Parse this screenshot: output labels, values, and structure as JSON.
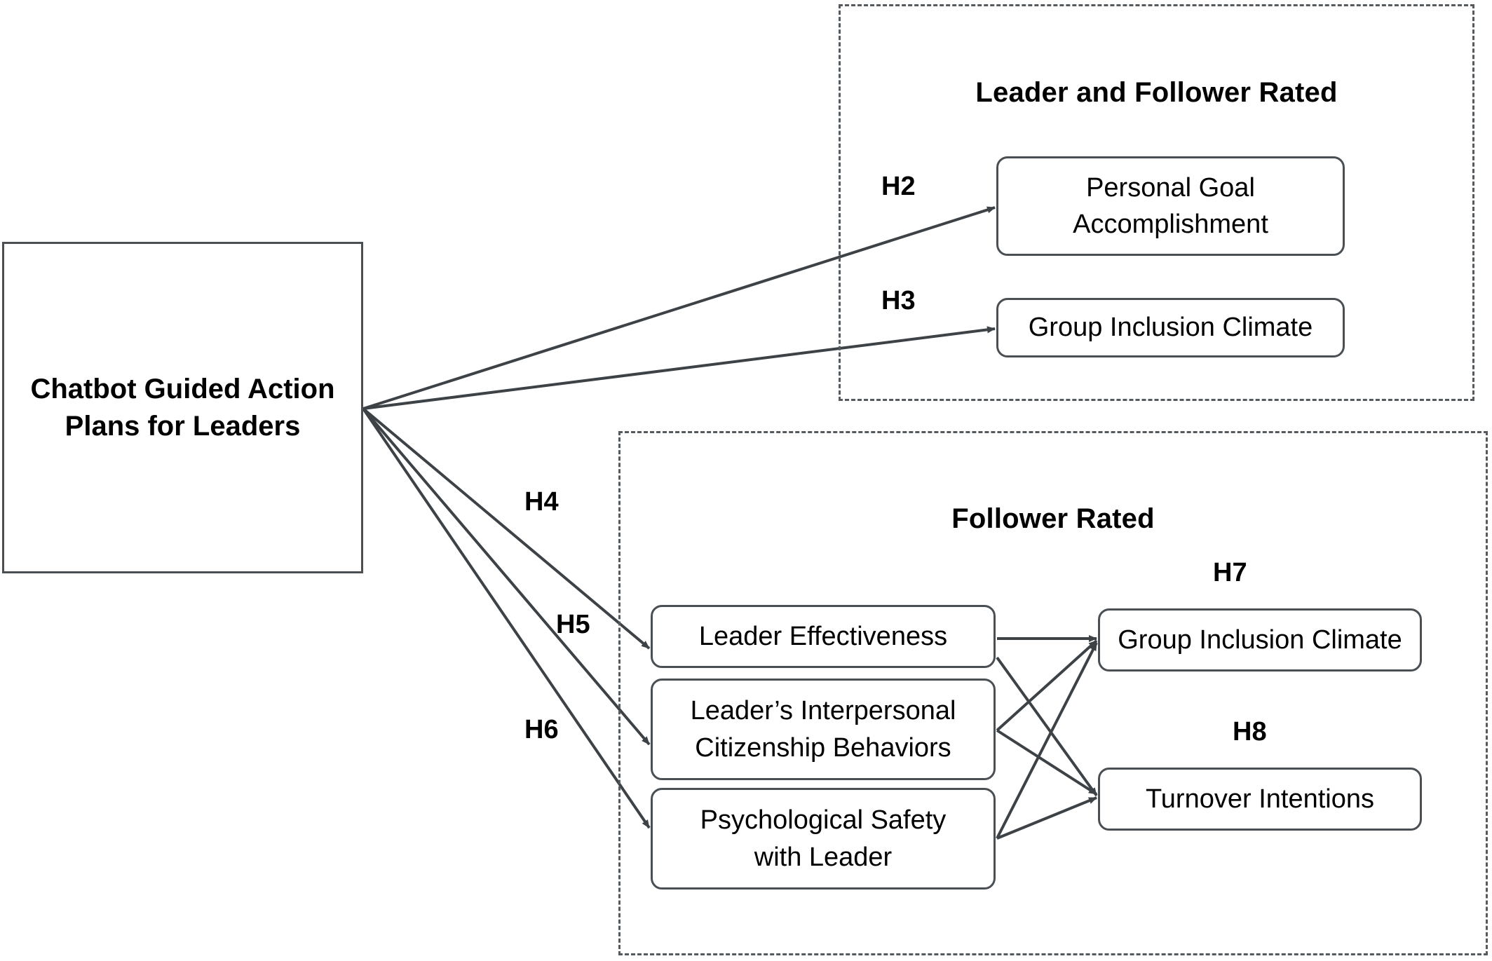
{
  "figure": {
    "type": "conceptual-model-diagram",
    "background": "#ffffff",
    "line_color": "#3d4247",
    "dashed_group_color": "#555a5e"
  },
  "source": {
    "label": "Chatbot Guided\nAction Plans for\nLeaders",
    "name": "chatbot-guided-action-plans-for-leaders"
  },
  "groups": [
    {
      "id": "leader-and-follower-rated",
      "title": "Leader and Follower Rated"
    },
    {
      "id": "follower-rated",
      "title": "Follower Rated"
    }
  ],
  "nodes": {
    "personal_goal_accomplishment": "Personal Goal\nAccomplishment",
    "group_inclusion_climate_top": "Group Inclusion Climate",
    "leader_effectiveness": "Leader Effectiveness",
    "leaders_interpersonal_citizenship_behaviors": "Leader’s Interpersonal\nCitizenship Behaviors",
    "psychological_safety_with_leader": "Psychological Safety\nwith Leader",
    "group_inclusion_climate_bottom": "Group Inclusion Climate",
    "turnover_intentions": "Turnover Intentions"
  },
  "hypotheses": [
    {
      "id": "H2",
      "label": "H2",
      "from": "chatbot-guided-action-plans-for-leaders",
      "to": "personal_goal_accomplishment"
    },
    {
      "id": "H3",
      "label": "H3",
      "from": "chatbot-guided-action-plans-for-leaders",
      "to": "group_inclusion_climate_top"
    },
    {
      "id": "H4",
      "label": "H4",
      "from": "chatbot-guided-action-plans-for-leaders",
      "to": "leader_effectiveness"
    },
    {
      "id": "H5",
      "label": "H5",
      "from": "chatbot-guided-action-plans-for-leaders",
      "to": "leaders_interpersonal_citizenship_behaviors"
    },
    {
      "id": "H6",
      "label": "H6",
      "from": "chatbot-guided-action-plans-for-leaders",
      "to": "psychological_safety_with_leader"
    },
    {
      "id": "H7",
      "label": "H7",
      "from": "follower-rated-predictors",
      "to": "group_inclusion_climate_bottom"
    },
    {
      "id": "H8",
      "label": "H8",
      "from": "follower-rated-predictors",
      "to": "turnover_intentions"
    }
  ]
}
